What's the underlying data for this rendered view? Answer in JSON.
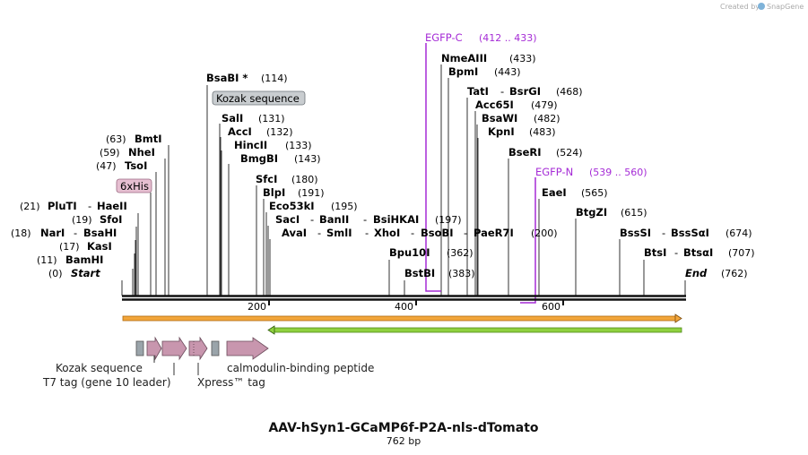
{
  "credit": {
    "created_by": "Created by",
    "brand": "SnapGene"
  },
  "title": "AAV-hSyn1-GCaMP6f-P2A-nls-dTomato",
  "length": "762 bp",
  "ruler": {
    "ticks": [
      "200",
      "400",
      "600"
    ]
  },
  "sites": [
    {
      "name": "Start",
      "pos": "(0)"
    },
    {
      "name": "BamHI",
      "pos": "(11)"
    },
    {
      "name": "KasI",
      "pos": "(17)"
    },
    {
      "name": "NarI",
      "alt": "BsaHI",
      "pos": "(18)"
    },
    {
      "name": "SfoI",
      "pos": "(19)"
    },
    {
      "name": "PluTI",
      "alt": "HaeII",
      "pos": "(21)"
    },
    {
      "name": "TsoI",
      "pos": "(47)"
    },
    {
      "name": "NheI",
      "pos": "(59)"
    },
    {
      "name": "BmtI",
      "pos": "(63)"
    },
    {
      "name": "BsaBI *",
      "pos": "(114)"
    },
    {
      "name": "SalI",
      "pos": "(131)"
    },
    {
      "name": "AccI",
      "pos": "(132)"
    },
    {
      "name": "HincII",
      "pos": "(133)"
    },
    {
      "name": "BmgBI",
      "pos": "(143)"
    },
    {
      "name": "SfcI",
      "pos": "(180)"
    },
    {
      "name": "BlpI",
      "pos": "(191)"
    },
    {
      "name": "Eco53kI",
      "pos": "(195)"
    },
    {
      "name": "SacI",
      "alt": "BanII",
      "alt2": "BsiHKAI",
      "pos": "(197)"
    },
    {
      "name": "AvaI",
      "alt": "SmlI",
      "alt2": "XhoI",
      "alt3": "BsoBI",
      "alt4": "PaeR7I",
      "pos": "(200)"
    },
    {
      "name": "Bpu10I",
      "pos": "(362)"
    },
    {
      "name": "BstBI",
      "pos": "(383)"
    },
    {
      "name": "NmeAIII",
      "pos": "(433)"
    },
    {
      "name": "BpmI",
      "pos": "(443)"
    },
    {
      "name": "TatI",
      "alt": "BsrGI",
      "pos": "(468)"
    },
    {
      "name": "Acc65I",
      "pos": "(479)"
    },
    {
      "name": "BsaWI",
      "pos": "(482)"
    },
    {
      "name": "KpnI",
      "pos": "(483)"
    },
    {
      "name": "BseRI",
      "pos": "(524)"
    },
    {
      "name": "EaeI",
      "pos": "(565)"
    },
    {
      "name": "BtgZI",
      "pos": "(615)"
    },
    {
      "name": "BssSI",
      "alt": "BssSαI",
      "pos": "(674)"
    },
    {
      "name": "BtsI",
      "alt": "BtsαI",
      "pos": "(707)"
    },
    {
      "name": "End",
      "pos": "(762)"
    }
  ],
  "primers": [
    {
      "name": "EGFP-C",
      "range": "(412 .. 433)"
    },
    {
      "name": "EGFP-N",
      "range": "(539 .. 560)"
    }
  ],
  "tags": {
    "sixhis": "6xHis",
    "kozak_box": "Kozak sequence"
  },
  "features": {
    "kozak": "Kozak sequence",
    "t7": "T7 tag (gene 10 leader)",
    "xpress": "Xpress™ tag",
    "cbp": "calmodulin-binding peptide"
  },
  "colors": {
    "primer": "#a52bd6",
    "orf_orange": "#f2a53a",
    "orf_green": "#8fd13f",
    "feature_pink": "#c896ae",
    "feature_gray": "#9aa4aa"
  }
}
